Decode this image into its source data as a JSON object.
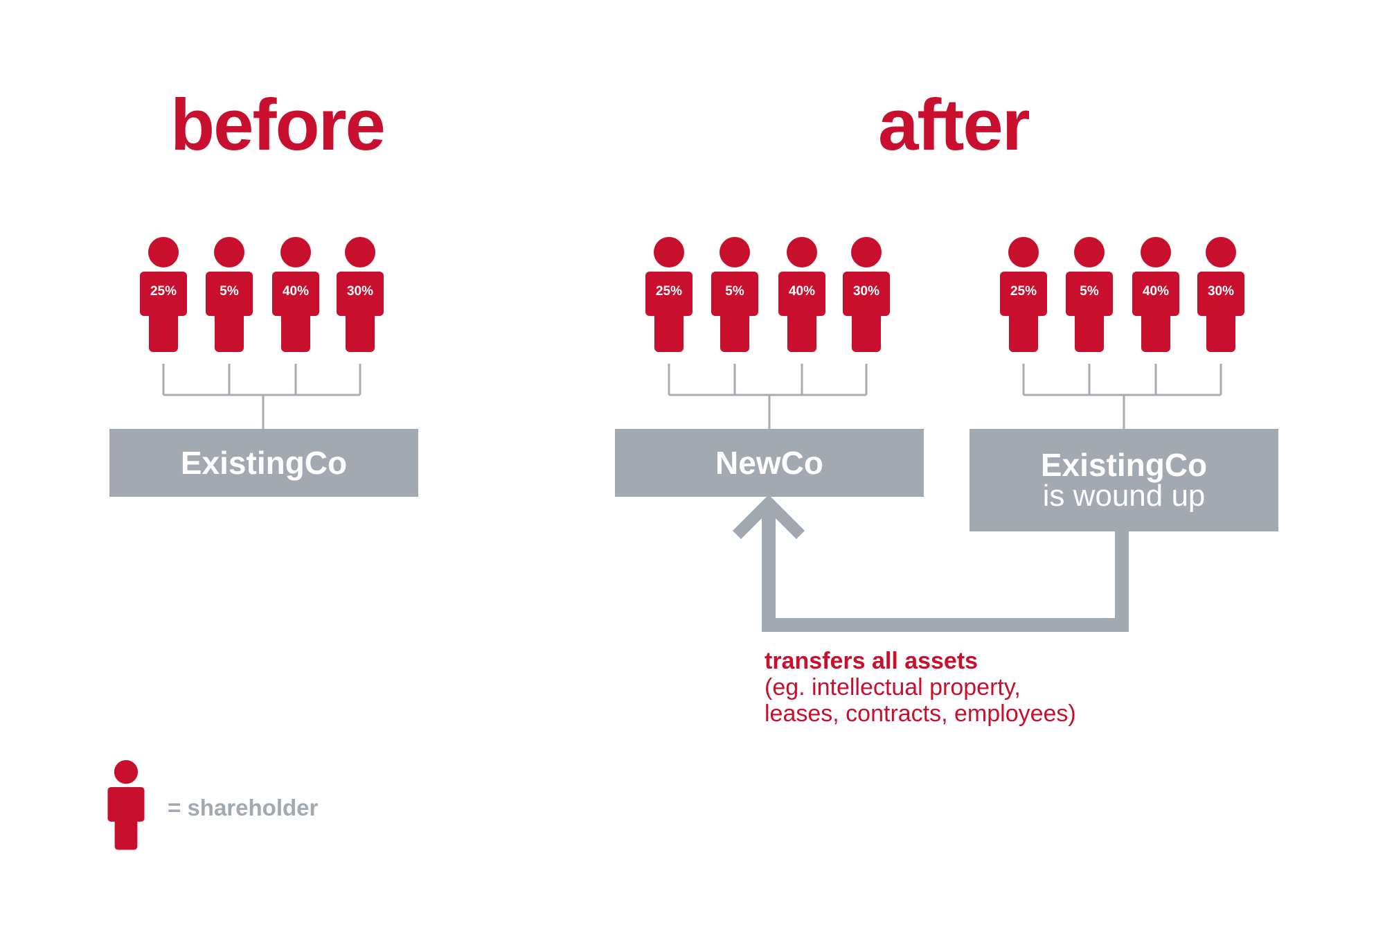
{
  "colors": {
    "accent": "#c8102e",
    "gray": "#a2a9b0",
    "connector": "#a7adb3"
  },
  "before": {
    "heading": "before",
    "shareholders": [
      "25%",
      "5%",
      "40%",
      "30%"
    ],
    "company": {
      "name": "ExistingCo"
    }
  },
  "after": {
    "heading": "after",
    "newco": {
      "shareholders": [
        "25%",
        "5%",
        "40%",
        "30%"
      ],
      "company": {
        "name": "NewCo"
      }
    },
    "existingco": {
      "shareholders": [
        "25%",
        "5%",
        "40%",
        "30%"
      ],
      "company": {
        "name": "ExistingCo",
        "note": "is wound up"
      }
    },
    "transfer": {
      "label": "transfers all assets",
      "detail_lines": [
        "(eg. intellectual property,",
        "leases, contracts, employees)"
      ]
    }
  },
  "legend": {
    "icon": "shareholder-icon",
    "label": "= shareholder"
  }
}
